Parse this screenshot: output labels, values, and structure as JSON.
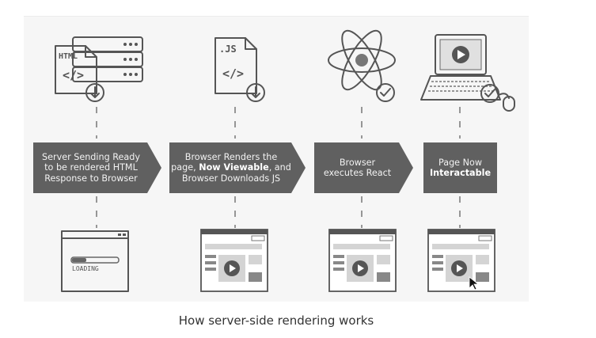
{
  "steps": [
    {
      "line1": "Server Sending Ready",
      "line2": "to be rendered HTML",
      "line3": "Response to Browser"
    },
    {
      "line1": "Browser Renders the",
      "line2a": "page, ",
      "line2b": "Now Viewable",
      "line2c": ", and",
      "line3": "Browser Downloads JS"
    },
    {
      "line1": "Browser",
      "line2": "executes React"
    },
    {
      "line1": "Page Now",
      "line2": "Interactable"
    }
  ],
  "icons": {
    "html_file": "HTML",
    "js_file": ".JS",
    "code_glyph": "</>",
    "loading": "LOADING"
  },
  "caption": "How server-side rendering works"
}
